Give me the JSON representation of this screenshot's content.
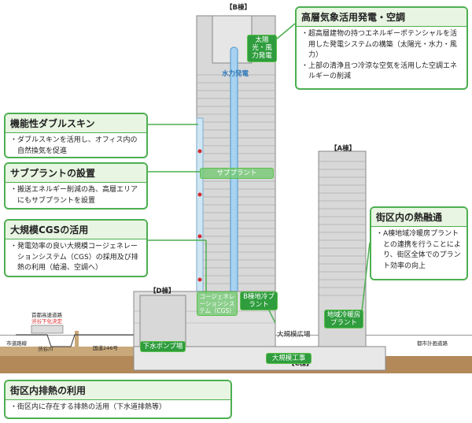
{
  "boxes": {
    "weather": {
      "title": "高層気象活用発電・空調",
      "items": [
        "・超高層建物の持つエネルギーポテンシャルを活用した発電システムの構築（太陽光・水力・風力）",
        "・上部の清浄且つ冷涼な空気を活用した空調エネルギーの削減"
      ]
    },
    "double_skin": {
      "title": "機能性ダブルスキン",
      "items": [
        "・ダブルスキンを活用し、オフィス内の自然換気を促進"
      ]
    },
    "subplant": {
      "title": "サブプラントの設置",
      "items": [
        "・搬送エネルギー削減の為、高層エリアにもサブプラントを設置"
      ]
    },
    "cgs": {
      "title": "大規模CGSの活用",
      "items": [
        "・発電効率の良い大規模コージェネレーションシステム（CGS）の採用及び排熱の利用（給湯、空調へ）"
      ]
    },
    "district_heat": {
      "title": "街区内の熱融通",
      "items": [
        "・A棟地域冷暖房プラントとの連携を行うことにより、街区全体でのプラント効率の向上"
      ]
    },
    "exhaust": {
      "title": "街区内排熱の利用",
      "items": [
        "・街区内に存在する排熱の活用（下水道排熱等）"
      ]
    }
  },
  "labels": {
    "b_building": "【B棟】",
    "a_building": "【A棟】",
    "d_building": "【D棟】",
    "c_building": "【C棟】",
    "solar_wind": "太陽光・風力発電",
    "hydro": "水力発電",
    "subplant_tag": "サブプラント",
    "cgs_tag": "コージェネレーションシステム（CGS）",
    "b_plant_tag": "B棟地冷プラント",
    "a_plant_tag": "地域冷暖房プラント",
    "sewage_tag": "下水ポンプ場",
    "large_tag": "大規模工事",
    "large_plaza": "大規模広場",
    "road_left1": "市道路線",
    "road_left2": "首都高速道路",
    "road_left3": "渋谷下化決定",
    "river": "渋谷川",
    "road_mid": "国道246号",
    "road_right": "都市計画道路"
  },
  "colors": {
    "accent": "#4caf50",
    "header_bg": "#e8f5e2",
    "tube": "#5aaee0"
  }
}
